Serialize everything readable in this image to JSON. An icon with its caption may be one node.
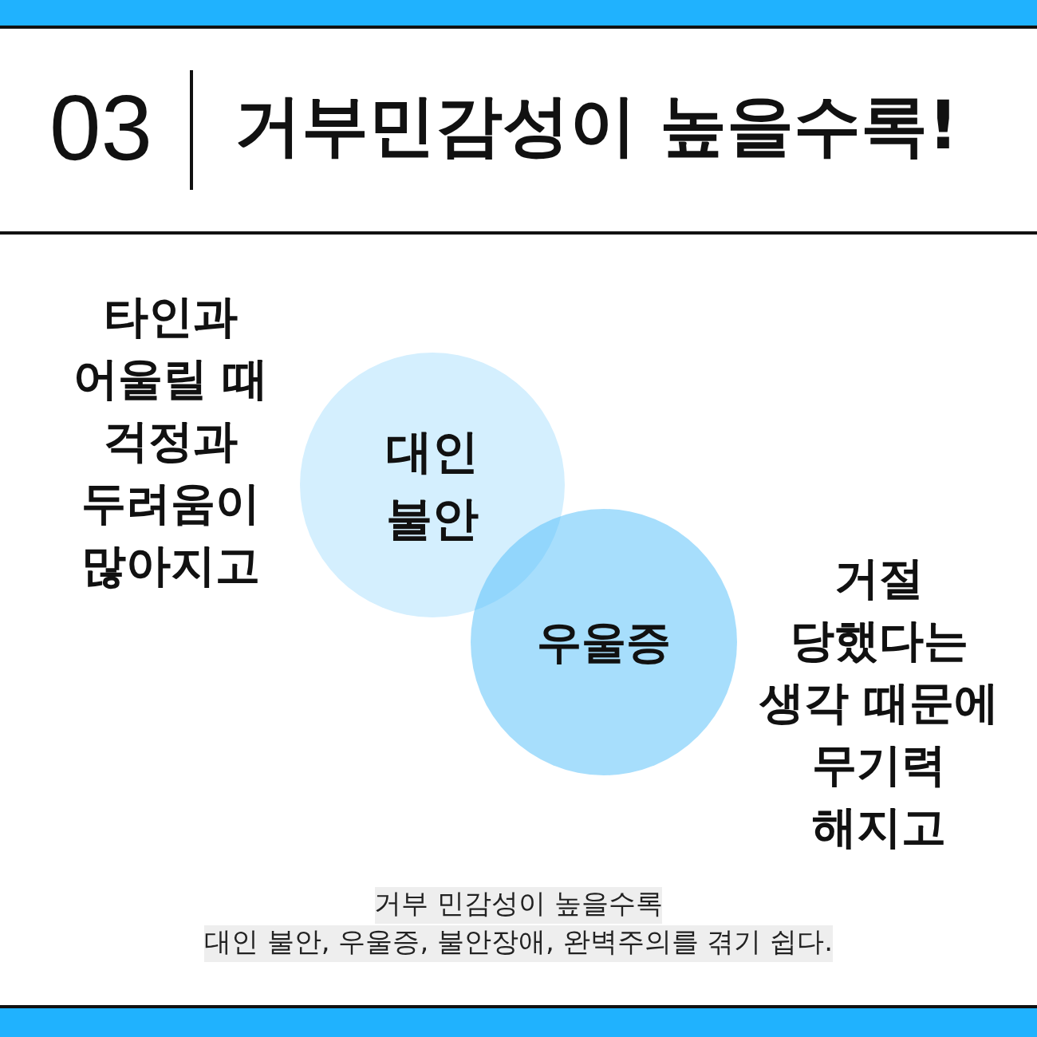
{
  "diagram": {
    "title": "거부민감성이 높을수록!",
    "caption": "거부 민감성이 높을수록 대인 불안, 우울증, 불안장애, 완벽주의를 겪기 쉽다.",
    "nodes": [
      {
        "text": [
          "대인 불안"
        ],
        "beside": [
          "타인과 어울릴 때 걱정과 두려움이 많아지고"
        ]
      },
      {
        "text": [
          "우울증"
        ],
        "beside": [
          "거절 당했다는 생각 때문에 무기력 해지고"
        ]
      }
    ],
    "labels": [
      "03"
    ]
  }
}
